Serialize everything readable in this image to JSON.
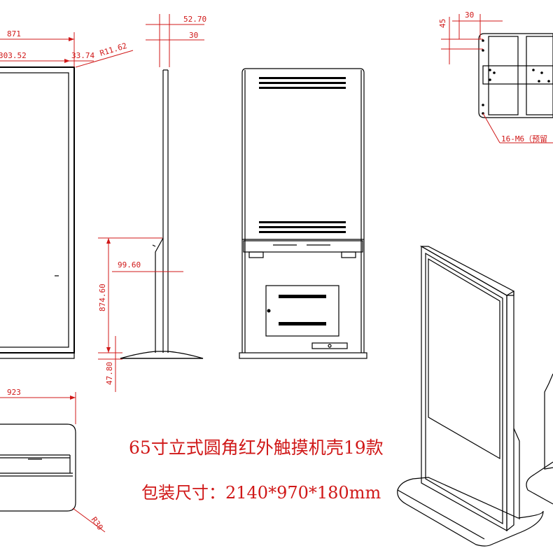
{
  "dimensions": {
    "overall_width": "871",
    "screen_width": "303.52",
    "bezel": "33.74",
    "corner_radius": "R11.62",
    "side_depth_outer": "52.70",
    "side_depth_inner": "30",
    "bracket_offset": "99.60",
    "base_height": "874.60",
    "foot_height": "47.80",
    "base_width": "923",
    "base_radius": "R30",
    "hole_pitch_x": "30",
    "hole_pitch_y": "45",
    "mount_holes": "16-M6（预留"
  },
  "caption": {
    "title": "65寸立式圆角红外触摸机壳19款",
    "packaging": "包装尺寸：2140*970*180mm"
  },
  "colors": {
    "dimension": "#d01818",
    "outline": "#000000",
    "background": "#ffffff"
  }
}
